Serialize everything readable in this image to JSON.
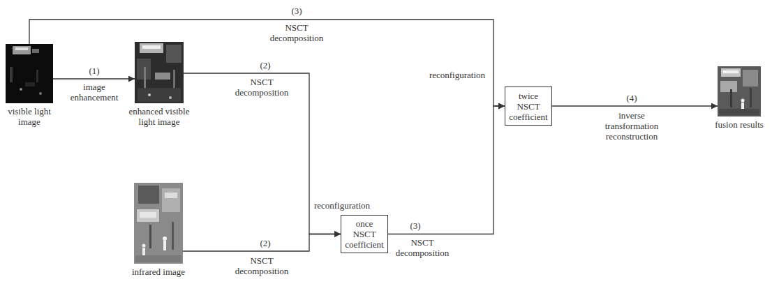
{
  "diagram": {
    "nodes": [
      {
        "text": [
          "visible light image"
        ]
      },
      {
        "text": [
          "enhanced visible light image"
        ]
      },
      {
        "text": [
          "infrared image"
        ]
      },
      {
        "text": [
          "once NSCT coefficient"
        ]
      },
      {
        "text": [
          "twice NSCT coefficient"
        ]
      },
      {
        "text": [
          "fusion results"
        ]
      }
    ],
    "edges": [
      {
        "from": 0,
        "to": 1,
        "arrow": "to",
        "label": "(1)"
      },
      {
        "from": 1,
        "to": 3,
        "arrow": "to",
        "label": "(2)"
      },
      {
        "from": 2,
        "to": 3,
        "arrow": "to",
        "label": "(2)"
      },
      {
        "from": 0,
        "to": 4,
        "arrow": "to",
        "label": "(3)"
      },
      {
        "from": 3,
        "to": 4,
        "arrow": "to",
        "label": "(3)"
      },
      {
        "from": 4,
        "to": 5,
        "arrow": "to",
        "label": "(4)"
      }
    ],
    "labels": [
      "image enhancement",
      "NSCT decomposition",
      "NSCT decomposition",
      "NSCT decomposition",
      "reconfiguration",
      "NSCT decomposition",
      "reconfiguration",
      "inverse transformation reconstruction"
    ]
  }
}
